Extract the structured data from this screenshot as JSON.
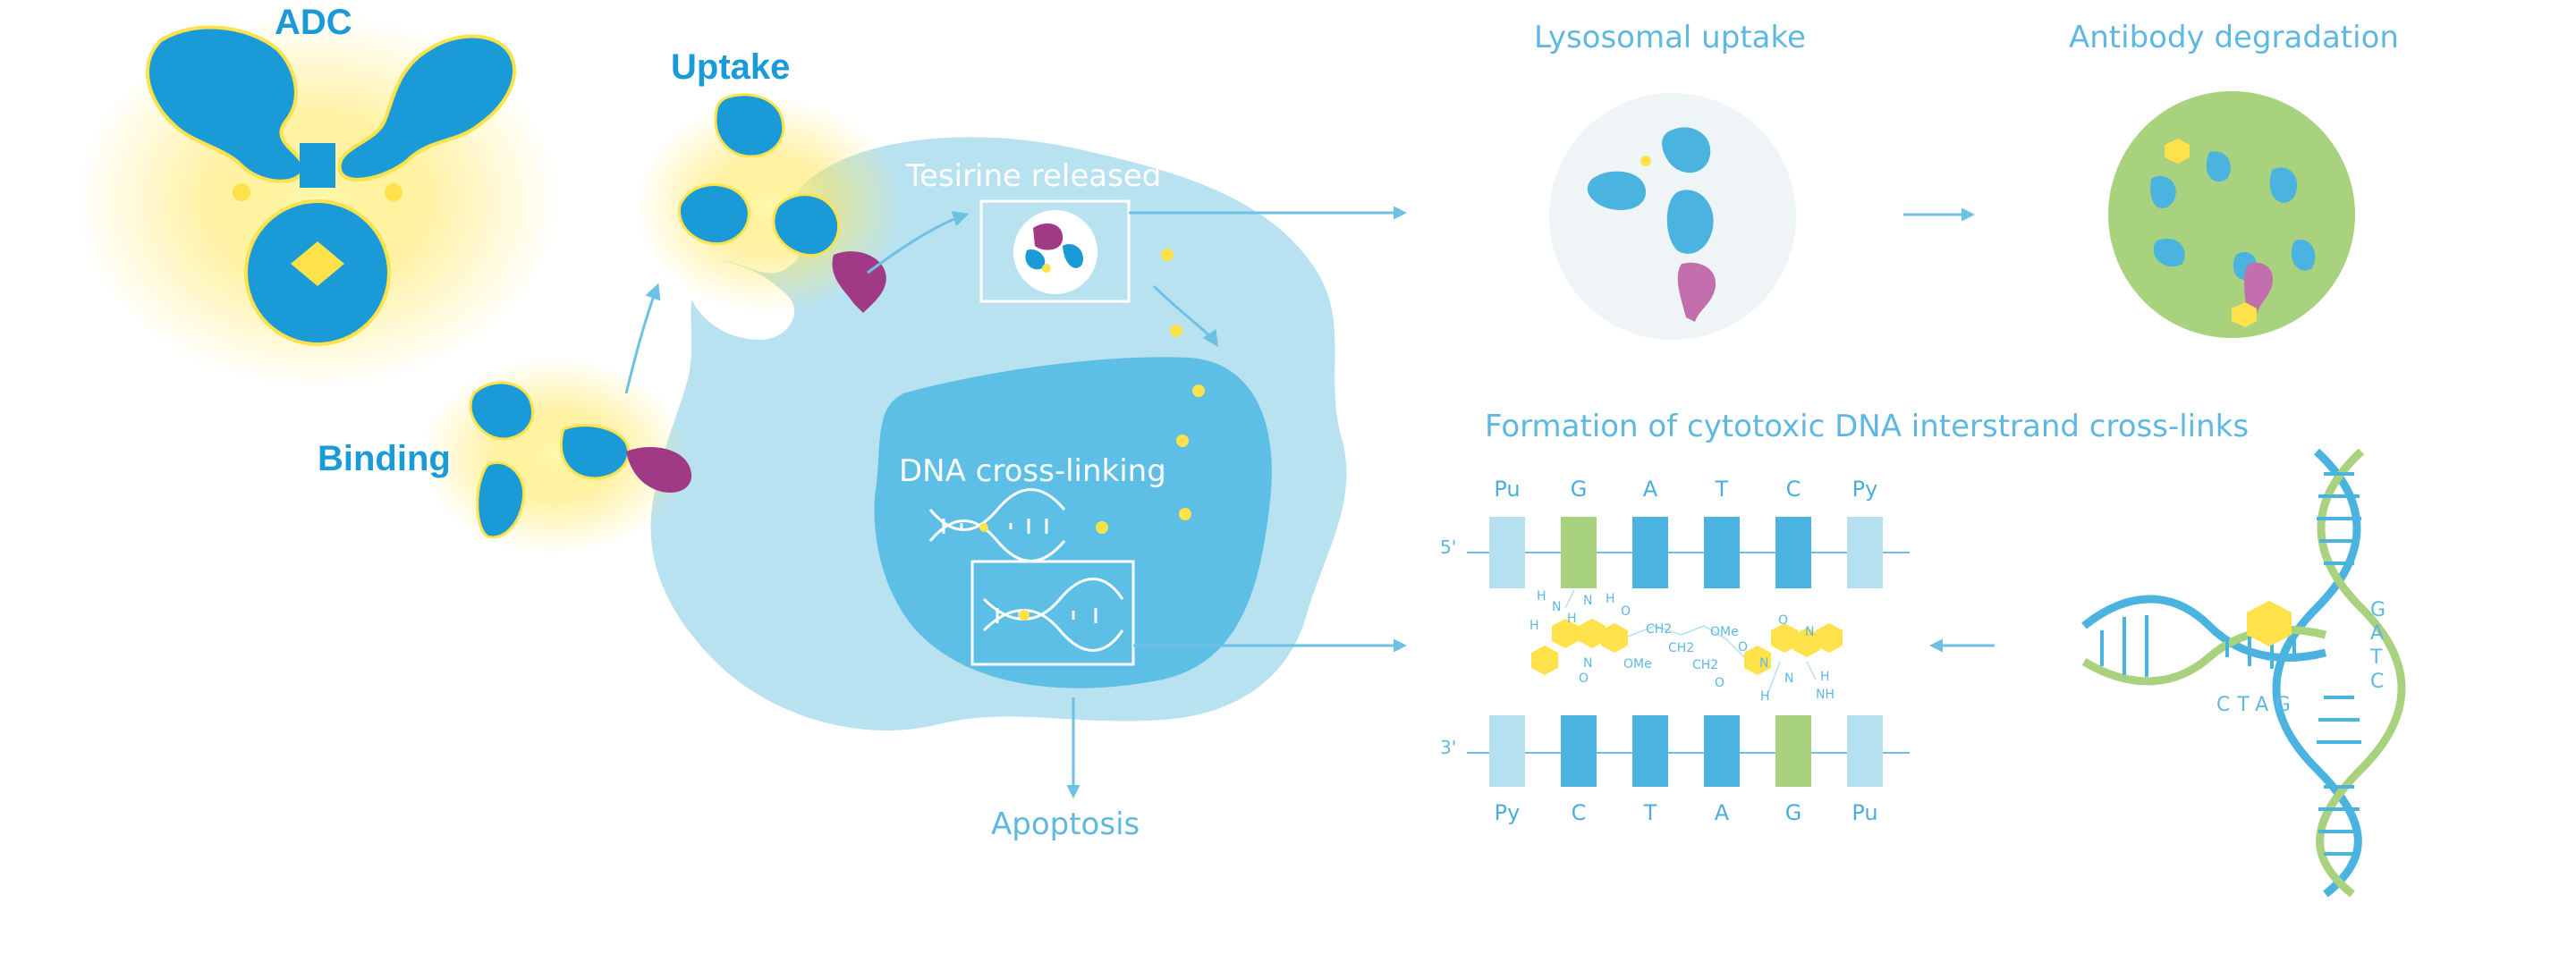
{
  "labels": {
    "adc": "ADC",
    "uptake": "Uptake",
    "binding": "Binding",
    "tesirine_released": "Tesirine released",
    "dna_cross_linking": "DNA cross-linking",
    "apoptosis": "Apoptosis",
    "lysosomal_uptake": "Lysosomal uptake",
    "antibody_degradation": "Antibody degradation",
    "formation": "Formation of cytotoxic DNA interstrand cross-links"
  },
  "strand": {
    "end_top": "5'",
    "end_bottom": "3'",
    "top_bases": [
      "Pu",
      "G",
      "A",
      "T",
      "C",
      "Py"
    ],
    "bottom_bases": [
      "Py",
      "C",
      "T",
      "A",
      "G",
      "Pu"
    ]
  },
  "chem": {
    "h1": "H",
    "n1": "N",
    "h2": "H",
    "n2": "N",
    "h3": "H",
    "h4": "H",
    "n3": "N",
    "o1": "O",
    "o2": "O",
    "ome1": "OMe",
    "ch2a": "CH2",
    "ch2b": "CH2",
    "ch2c": "CH2",
    "o3": "O",
    "ome2": "OMe",
    "o4": "O",
    "n4": "N",
    "o5": "O",
    "n5": "N",
    "h5": "H",
    "n6": "N",
    "h6": "H",
    "nh": "NH"
  },
  "helix_letters": {
    "vertical": [
      "G",
      "A",
      "T",
      "C"
    ],
    "horizontal": "CTAG"
  },
  "colors": {
    "antibody": "#1a9ad6",
    "payload": "#a03a86",
    "cell": "#b5e0f0",
    "nucleus": "#5ebfe6",
    "glow": "#ffe24a",
    "green": "#a8d27e",
    "arrow": "#6cc1e5"
  }
}
